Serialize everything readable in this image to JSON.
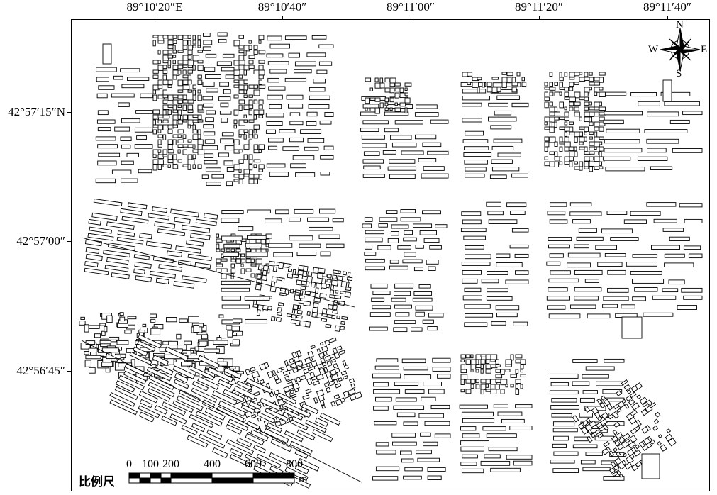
{
  "map": {
    "lon_labels": [
      "89°10′20″E",
      "89°10′40″",
      "89°11′00″",
      "89°11′20″",
      "89°11′40″"
    ],
    "lat_labels": [
      "42°57′15″N",
      "42°57′00″",
      "42°56′45″"
    ]
  },
  "compass": {
    "n": "N",
    "s": "S",
    "e": "E",
    "w": "W"
  },
  "scale_bar": {
    "title": "比例尺",
    "ticks": [
      "0",
      "100",
      "200",
      "400",
      "600",
      "800"
    ],
    "unit": "m"
  }
}
